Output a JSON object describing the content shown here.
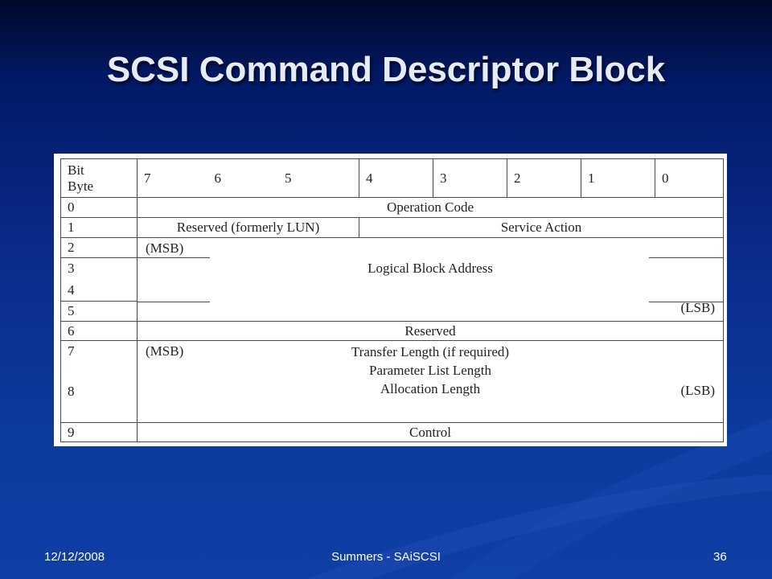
{
  "slide": {
    "title": "SCSI Command Descriptor Block",
    "footer_date": "12/12/2008",
    "footer_center": "Summers - SAiSCSI",
    "footer_page": "36"
  },
  "table": {
    "header": {
      "bit_label": "Bit",
      "byte_label": "Byte",
      "bits": [
        "7",
        "6",
        "5",
        "4",
        "3",
        "2",
        "1",
        "0"
      ]
    },
    "rows": {
      "byte0": "0",
      "op_code": "Operation Code",
      "byte1": "1",
      "reserved_lun": "Reserved (formerly LUN)",
      "service_action": "Service Action",
      "byte2": "2",
      "byte3": "3",
      "byte4": "4",
      "byte5": "5",
      "lba_msb": "(MSB)",
      "lba_label": "Logical Block Address",
      "lba_lsb": "(LSB)",
      "byte6": "6",
      "reserved": "Reserved",
      "byte7": "7",
      "byte8": "8",
      "len_msb": "(MSB)",
      "len_line1": "Transfer Length (if required)",
      "len_line2": "Parameter List Length",
      "len_line3": "Allocation Length",
      "len_lsb": "(LSB)",
      "byte9": "9",
      "control": "Control"
    }
  },
  "colors": {
    "background_top": "#00082a",
    "background_bottom": "#0f3ea5",
    "title": "#e6ebf5"
  }
}
